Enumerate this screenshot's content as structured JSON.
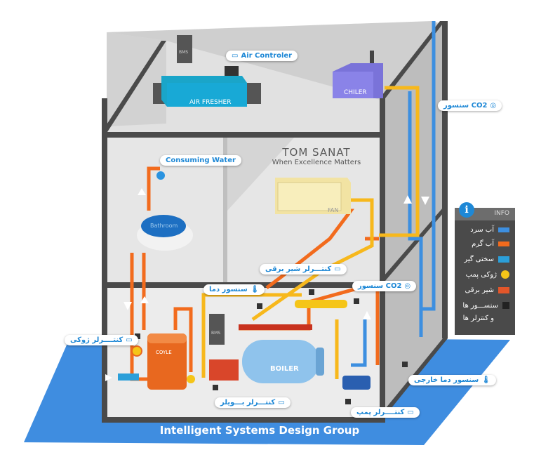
{
  "brand": {
    "name": "TOM SANAT",
    "tagline": "When Excellence Matters"
  },
  "footer": "Intelligent Systems Design Group",
  "units": {
    "air_fresher": "AIR FRESHER",
    "chiller": "CHILER",
    "fan": "FAN",
    "bathroom": "Bathroom",
    "coyle": "COYLE",
    "boiler": "BOILER",
    "bms_top": "BMS",
    "bms_mid": "BMS"
  },
  "callouts": {
    "air_controler": "Air Controler",
    "consuming_water": "Consuming Water",
    "co2_sensor_top": "سنسور CO2",
    "co2_sensor_mid": "سنسور CO2",
    "valve_controller": "کنتـــرلر شیر برقی",
    "temp_sensor": "سنسور دما",
    "pump_ctrl_left": "کنتــــرلر ژوکی",
    "boiler_controller": "کنتـــرلر بـــویلر",
    "pump_controller": "کنتــــرلر پمپ",
    "outdoor_temp_sensor": "سنسور دما خارجی"
  },
  "legend": {
    "header": "INFO",
    "items": [
      {
        "label": "آب سرد",
        "color": "#3d8fe0",
        "icon": "cold-water-line"
      },
      {
        "label": "آب گرم",
        "color": "#f26b1d",
        "icon": "hot-water-line"
      },
      {
        "label": "سختی گیر",
        "color": "#2b9fd9",
        "icon": "water-softener-icon"
      },
      {
        "label": "ژوکی پمپ",
        "color": "#f5c518",
        "icon": "jockey-pump-icon"
      },
      {
        "label": "شیر برقی",
        "color": "#e2562a",
        "icon": "solenoid-valve-icon"
      },
      {
        "label": "سنســـور ها",
        "color": "#222222",
        "icon": "sensor-icon"
      },
      {
        "label": "و کنترلر ها",
        "color": "#222222",
        "icon": ""
      }
    ]
  },
  "colors": {
    "floor": "#3f8de0",
    "cold": "#3d8fe0",
    "hot": "#f26b1d",
    "yellow": "#f7b81c",
    "wall": "#d4d4d4",
    "frame": "#4a4a4a"
  }
}
